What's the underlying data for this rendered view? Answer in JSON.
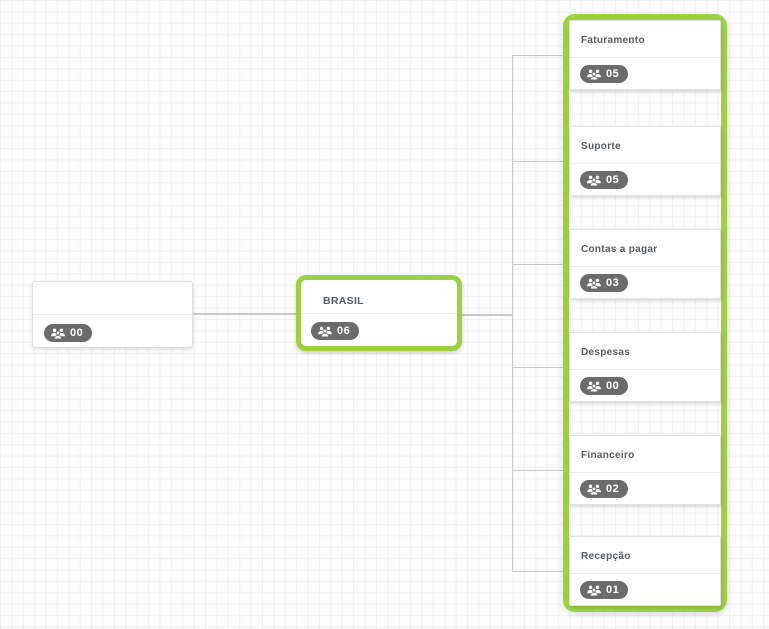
{
  "canvas": {
    "background_color": "#fdfdfe",
    "grid_line_color": "#f1f1f5",
    "connector_color": "#c9c9c9"
  },
  "colors": {
    "selection_green": "#9dd23f",
    "badge_background": "#6b6b6b",
    "card_background": "#ffffff",
    "label_text": "#565b60"
  },
  "root_node": {
    "label": "",
    "count": "00"
  },
  "parent_node": {
    "label": "BRASIL",
    "count": "06",
    "selected": true
  },
  "children": [
    {
      "label": "Faturamento",
      "count": "05"
    },
    {
      "label": "Suporte",
      "count": "05"
    },
    {
      "label": "Contas a pagar",
      "count": "03"
    },
    {
      "label": "Despesas",
      "count": "00"
    },
    {
      "label": "Financeiro",
      "count": "02"
    },
    {
      "label": "Recepção",
      "count": "01"
    }
  ],
  "icons": {
    "badge_icon": "users-group-icon"
  }
}
